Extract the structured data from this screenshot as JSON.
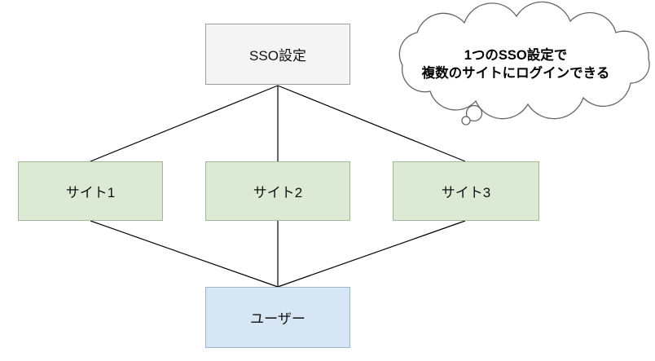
{
  "diagram": {
    "background": "#ffffff",
    "nodes": {
      "sso": {
        "label": "SSO設定",
        "fill": "#f4f4f4",
        "border": "#9e9e9e"
      },
      "site1": {
        "label": "サイト1",
        "fill": "#dcead5",
        "border": "#a3b795"
      },
      "site2": {
        "label": "サイト2",
        "fill": "#dcead5",
        "border": "#a3b795"
      },
      "site3": {
        "label": "サイト3",
        "fill": "#dcead5",
        "border": "#a3b795"
      },
      "user": {
        "label": "ユーザー",
        "fill": "#d7e6f5",
        "border": "#9fb6cc"
      }
    },
    "edges": [
      {
        "from": "sso",
        "to": "site1"
      },
      {
        "from": "sso",
        "to": "site2"
      },
      {
        "from": "sso",
        "to": "site3"
      },
      {
        "from": "site1",
        "to": "user"
      },
      {
        "from": "site2",
        "to": "user"
      },
      {
        "from": "site3",
        "to": "user"
      }
    ],
    "edge_color": "#000000",
    "callout": {
      "type": "thought-bubble",
      "stroke": "#666666",
      "line1": "1つのSSO設定で",
      "line2": "複数のサイトにログインできる"
    }
  }
}
